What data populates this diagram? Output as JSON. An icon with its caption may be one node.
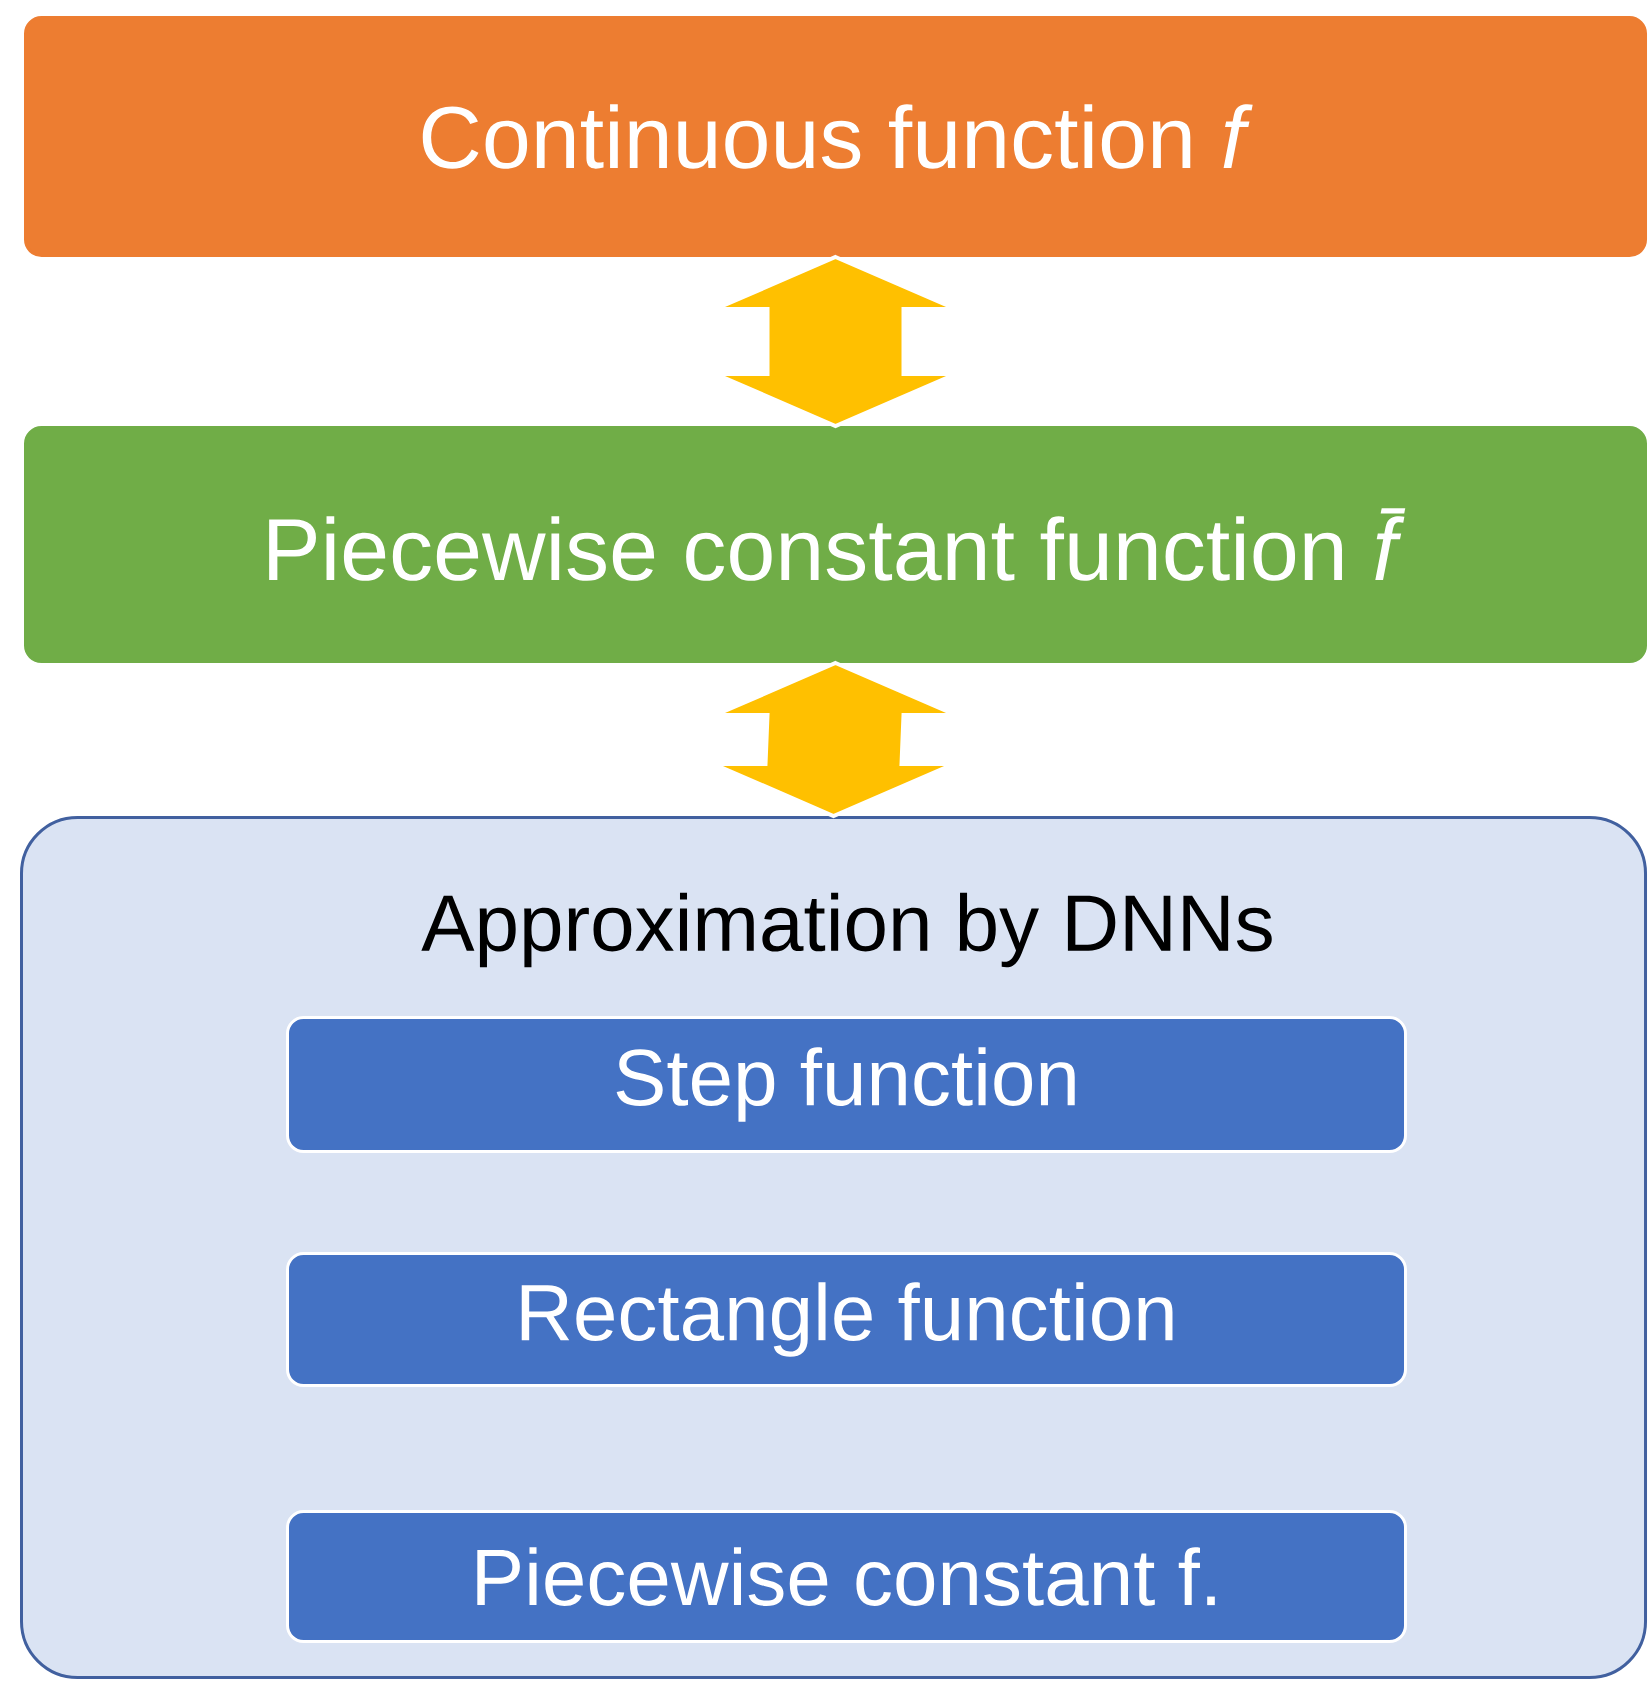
{
  "diagram": {
    "nodes": [
      {
        "text": [
          "Continuous function *f*"
        ]
      },
      {
        "text": [
          "Piecewise constant function *f̄*"
        ]
      },
      {
        "text": [
          "Approximation by DNNs"
        ]
      },
      {
        "text": [
          "Step function"
        ],
        "in": 2
      },
      {
        "text": [
          "Rectangle function"
        ],
        "in": 2
      },
      {
        "text": [
          "Piecewise constant f."
        ],
        "in": 2
      }
    ],
    "edges": [
      {
        "from": 0,
        "to": 1,
        "arrow": "both"
      },
      {
        "from": 1,
        "to": 2,
        "arrow": "both"
      }
    ]
  }
}
